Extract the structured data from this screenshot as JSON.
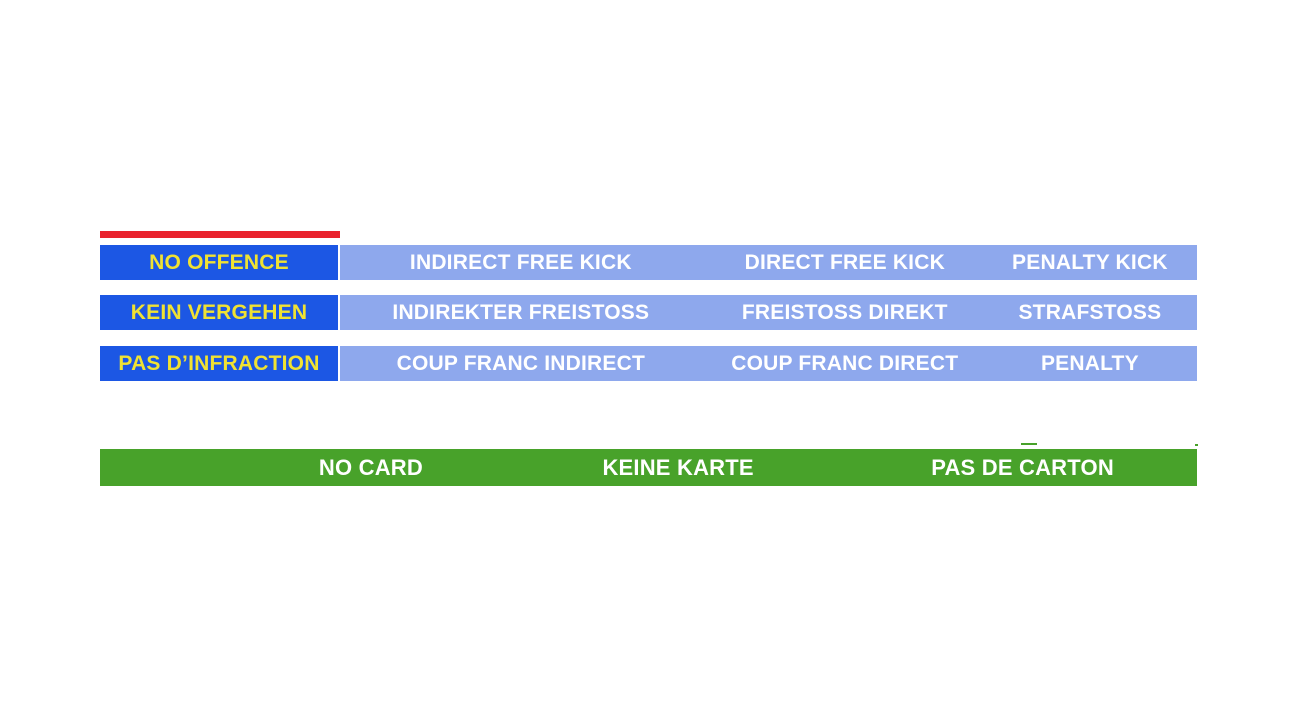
{
  "slide": {
    "background": "#ffffff"
  },
  "colors": {
    "accent_red": "#e9222e",
    "offence_blue": "#1c57e4",
    "offence_text_yellow": "#f0e232",
    "sanction_light_blue": "#8ea8ed",
    "sanction_text_white": "#ffffff",
    "card_green": "#48a22a",
    "card_text_white": "#ffffff"
  },
  "decision_table": {
    "rows": [
      {
        "offence": "NO OFFENCE",
        "kicks": [
          "INDIRECT FREE KICK",
          "DIRECT FREE KICK",
          "PENALTY KICK"
        ]
      },
      {
        "offence": "KEIN VERGEHEN",
        "kicks": [
          "INDIREKTER FREISTOSS",
          "FREISTOSS DIREKT",
          "STRAFSTOSS"
        ]
      },
      {
        "offence": "PAS D’INFRACTION",
        "kicks": [
          "COUP FRANC INDIRECT",
          "COUP FRANC DIRECT",
          "PENALTY"
        ]
      }
    ]
  },
  "card_bar": {
    "labels": [
      "NO CARD",
      "KEINE KARTE",
      "PAS DE CARTON"
    ]
  }
}
